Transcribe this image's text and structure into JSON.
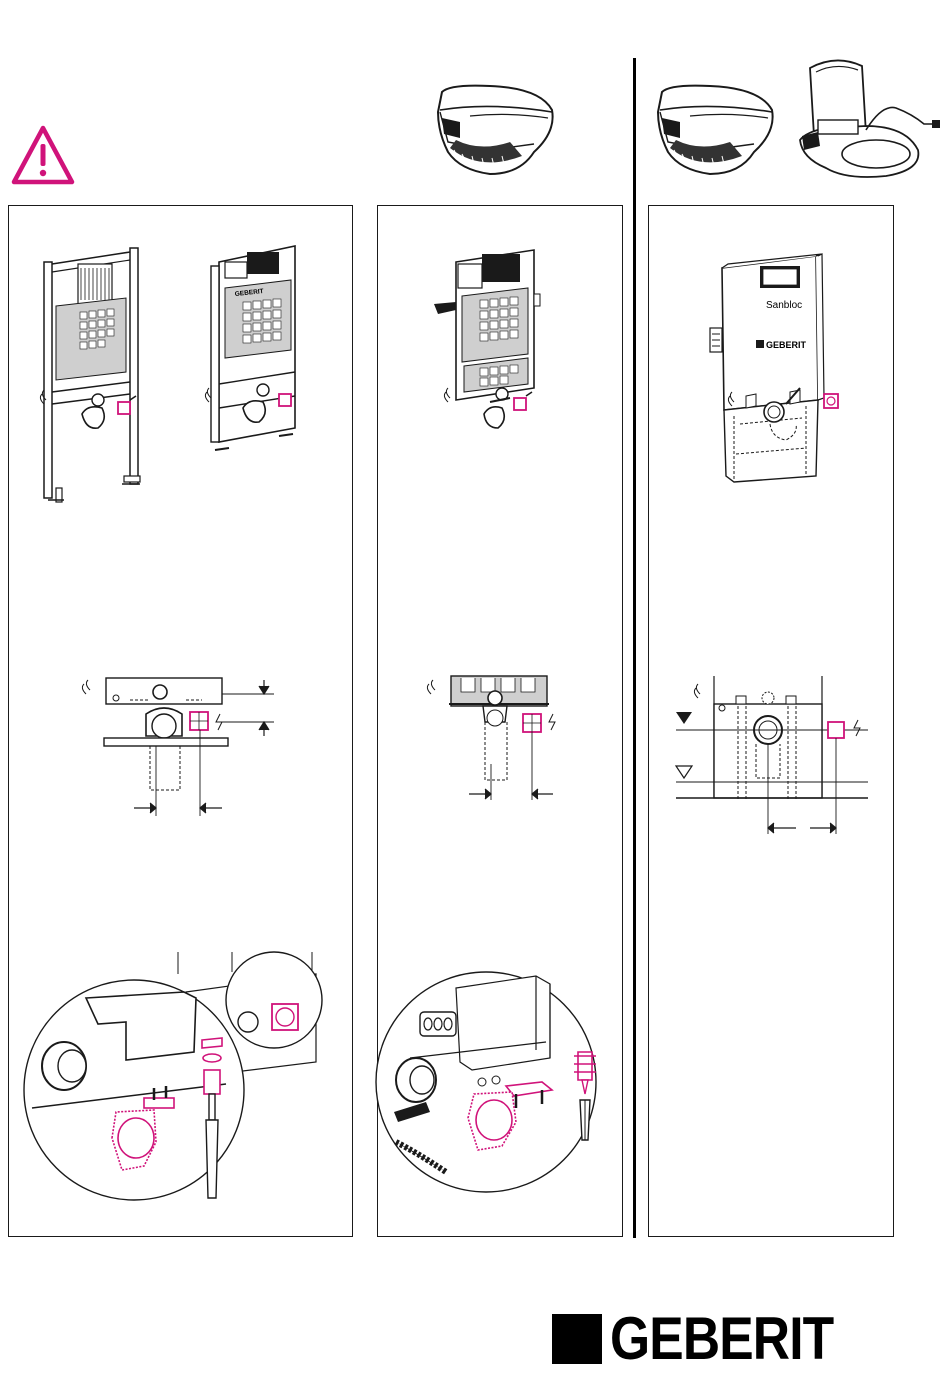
{
  "brand": {
    "logo_text": "GEBERIT",
    "accent_color": "#d0137a",
    "line_color": "#1a1a1a"
  },
  "warning": {
    "icon": "warning-triangle-icon"
  },
  "panels": [
    {
      "id": "frame-installation",
      "illustrations": [
        "duofix-frame",
        "duofix-frame-cased",
        "connection-dimension-diagram",
        "electrical-box-mounting-detail"
      ]
    },
    {
      "id": "kombifix-installation",
      "illustrations": [
        "kombifix-frame",
        "connection-dimension-diagram",
        "electrical-box-mounting-detail"
      ]
    },
    {
      "id": "sanbloc-installation",
      "illustrations": [
        "sanbloc-element",
        "floor-level-dimension-diagram"
      ]
    }
  ],
  "labels": {
    "frame_logo": "GEBERIT",
    "sanbloc_name": "Sanbloc",
    "sanbloc_logo": "GEBERIT"
  }
}
